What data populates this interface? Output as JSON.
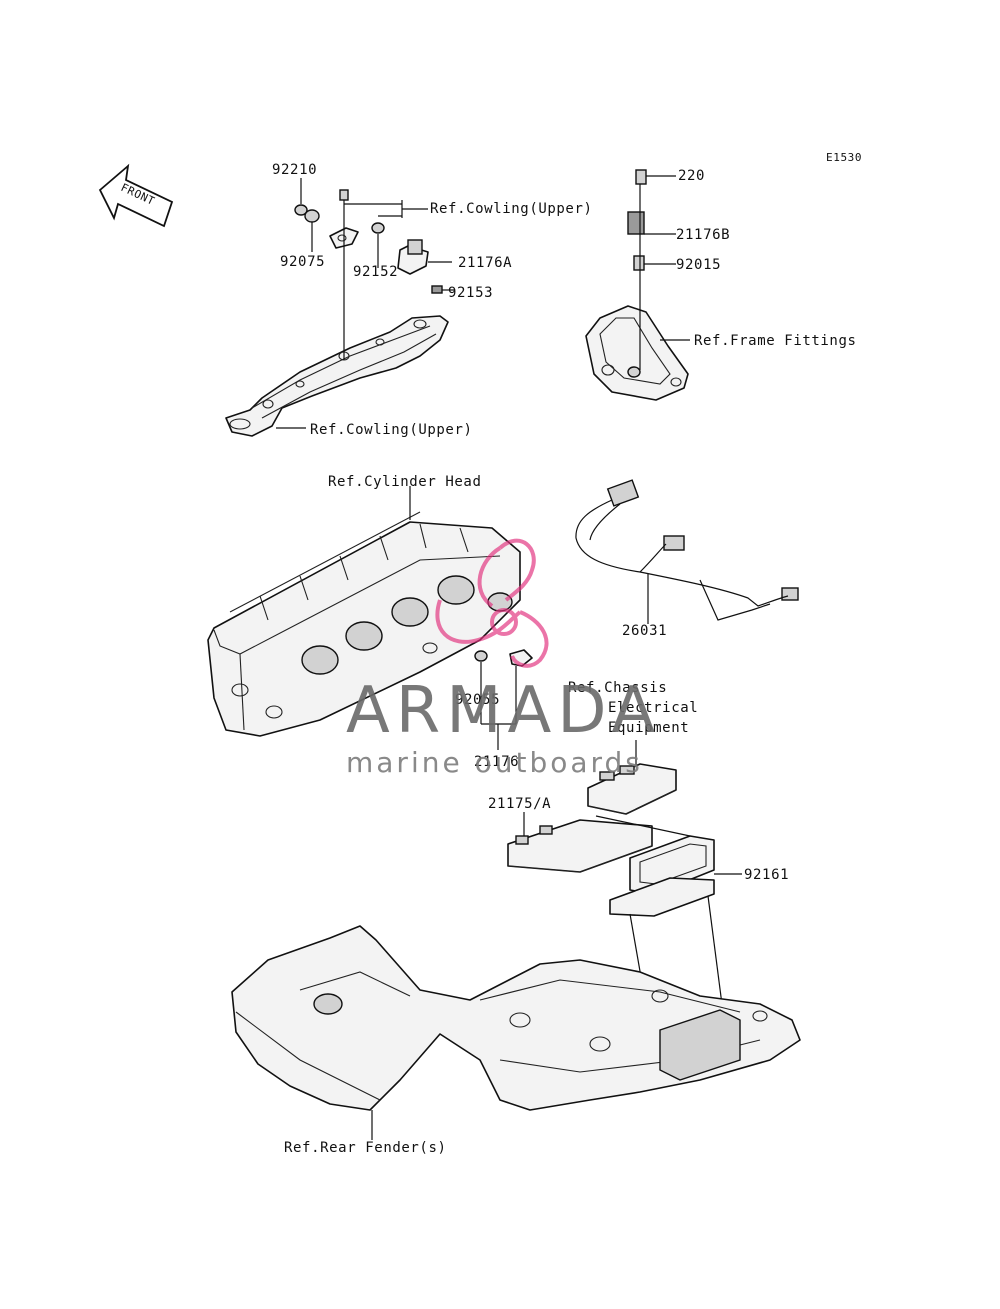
{
  "diagram_code": "E1530",
  "front_arrow_label": "FRONT",
  "labels": {
    "p92210": "92210",
    "p92075": "92075",
    "p92152": "92152",
    "p92153": "92153",
    "p21176A": "21176A",
    "ref_cowling_upper_top": "Ref.Cowling(Upper)",
    "ref_cowling_upper_bottom": "Ref.Cowling(Upper)",
    "p220": "220",
    "p21176B": "21176B",
    "p92015": "92015",
    "ref_frame_fittings": "Ref.Frame Fittings",
    "ref_cylinder_head": "Ref.Cylinder Head",
    "p26031": "26031",
    "p92055": "92055",
    "p21176": "21176",
    "ref_chassis_line1": "Ref.Chassis",
    "ref_chassis_line2": "Electrical",
    "ref_chassis_line3": "Equipment",
    "p21175A": "21175/A",
    "p92161": "92161",
    "ref_rear_fenders": "Ref.Rear Fender(s)"
  },
  "watermark": {
    "brand": "ARMADA",
    "tagline": "marine outboards",
    "logo_color": "#e2337f"
  }
}
